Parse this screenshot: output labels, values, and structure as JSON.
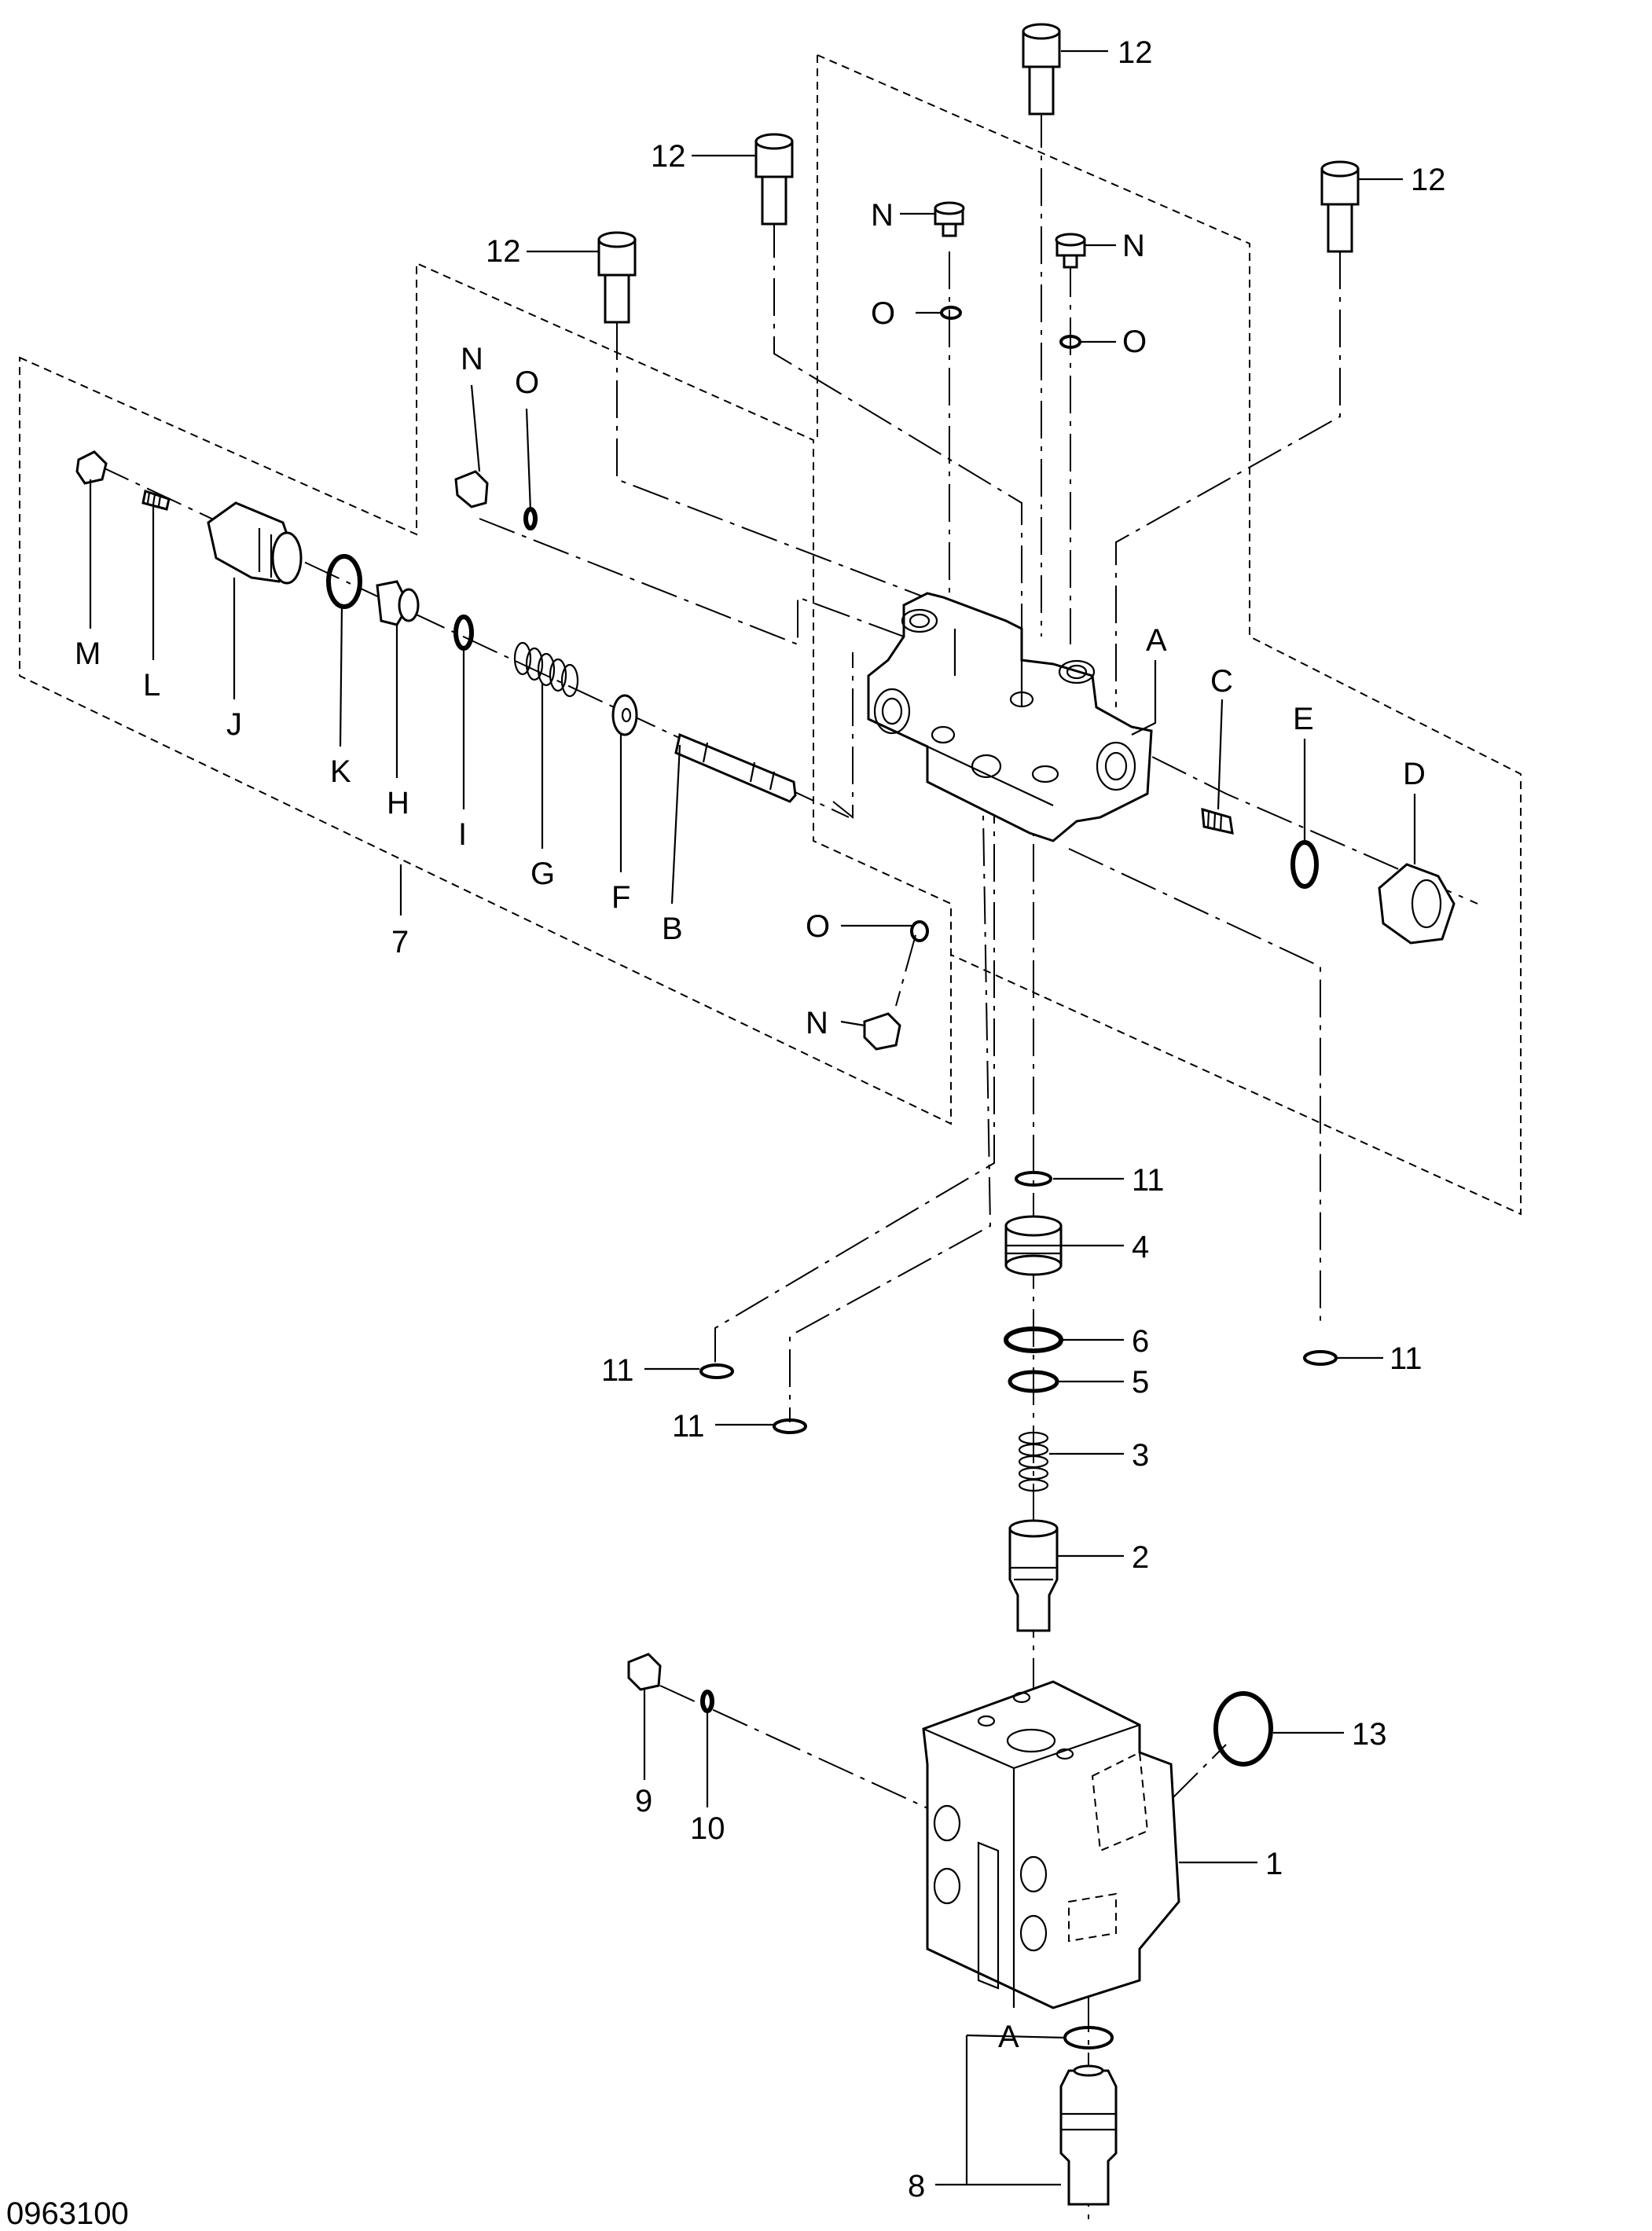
{
  "drawing": {
    "code": "0963100",
    "labels": {
      "p1": "1",
      "p2": "2",
      "p3": "3",
      "p4": "4",
      "p5": "5",
      "p6": "6",
      "p7": "7",
      "p8": "8",
      "p9": "9",
      "p10": "10",
      "p11": "11",
      "p12": "12",
      "p13": "13",
      "A": "A",
      "B": "B",
      "C": "C",
      "D": "D",
      "E": "E",
      "F": "F",
      "G": "G",
      "H": "H",
      "I": "I",
      "J": "J",
      "K": "K",
      "L": "L",
      "M": "M",
      "N": "N",
      "O": "O"
    }
  }
}
